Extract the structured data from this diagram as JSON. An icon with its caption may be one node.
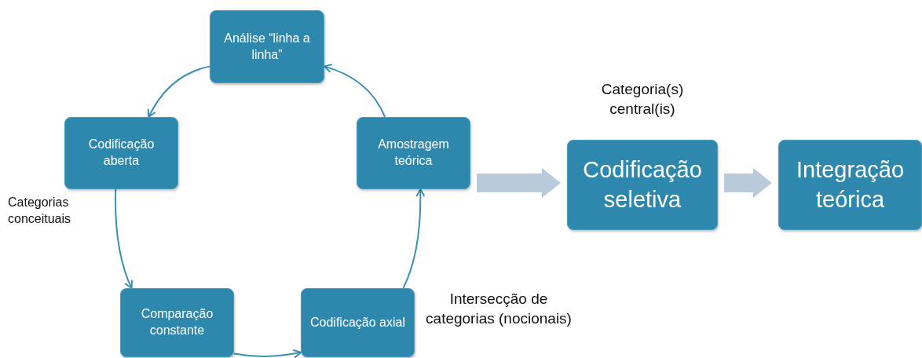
{
  "diagram": {
    "nodes": [
      {
        "text": [
          "Análise “linha a linha”"
        ]
      },
      {
        "text": [
          "Codificação aberta"
        ]
      },
      {
        "text": [
          "Amostragem teórica"
        ]
      },
      {
        "text": [
          "Codificação seletiva"
        ],
        "beside": [
          "Categoria(s) central(is)"
        ]
      },
      {
        "text": [
          "Integração teórica"
        ]
      },
      {
        "text": [
          "Comparação constante"
        ]
      },
      {
        "text": [
          "Codificação axial"
        ]
      }
    ],
    "edges": [
      {
        "from": 0,
        "to": 1,
        "arrow": "to"
      },
      {
        "from": 1,
        "to": 5,
        "arrow": "to"
      },
      {
        "from": 5,
        "to": 6,
        "arrow": "to"
      },
      {
        "from": 6,
        "to": 2,
        "arrow": "to"
      },
      {
        "from": 2,
        "to": 0,
        "arrow": "to"
      },
      {
        "from": 2,
        "to": 3,
        "arrow": "to",
        "style": "thick",
        "color": "#b9cadb"
      },
      {
        "from": 3,
        "to": 4,
        "arrow": "to",
        "style": "thick",
        "color": "#b9cadb"
      }
    ],
    "labels": [
      "Categorias conceituais",
      "Intersecção de categorias (nocionais)"
    ]
  }
}
